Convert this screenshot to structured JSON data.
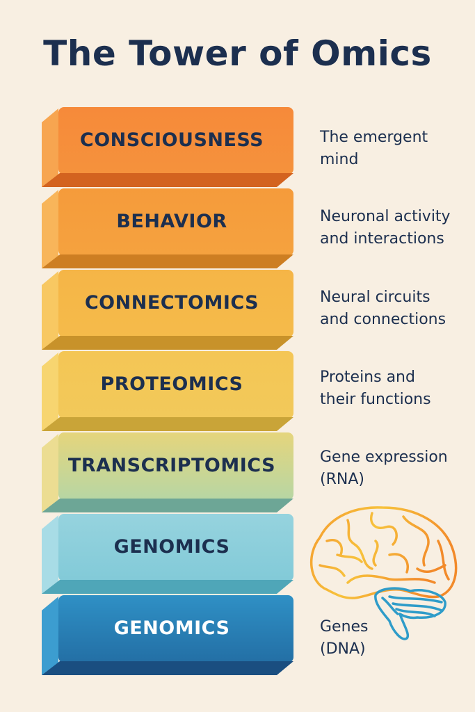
{
  "title": "The Tower of Omics",
  "levels": [
    {
      "label": "CONSCIOUSNESS",
      "description": "The emergent\nmind",
      "colors": {
        "face": "#f68a3a",
        "face2": "#f5923c",
        "side": "#f7a550",
        "bottom": "#d3631f",
        "text": "#1c2f4f"
      }
    },
    {
      "label": "BEHAVIOR",
      "description": "Neuronal activity\nand interactions",
      "colors": {
        "face": "#f59b3b",
        "face2": "#f5a23f",
        "side": "#f8b55a",
        "bottom": "#cd7e22",
        "text": "#1c2f4f"
      }
    },
    {
      "label": "CONNECTOMICS",
      "description": "Neural circuits\nand connections",
      "colors": {
        "face": "#f5b547",
        "face2": "#f5bb4a",
        "side": "#f8c862",
        "bottom": "#c8922a",
        "text": "#1c2f4f"
      }
    },
    {
      "label": "PROTEOMICS",
      "description": "Proteins and\ntheir functions",
      "colors": {
        "face": "#f4c655",
        "face2": "#f2c95a",
        "side": "#f7d570",
        "bottom": "#c9a438",
        "text": "#1c2f4f"
      }
    },
    {
      "label": "TRANSCRIPTOMICS",
      "description": "Gene expression\n(RNA)",
      "colors": {
        "face": "#e5d57c",
        "face2": "#b7d6a4",
        "side": "#ecdd92",
        "bottom": "#6da696",
        "text": "#1c2f4f"
      }
    },
    {
      "label": "GENOMICS",
      "description": "",
      "colors": {
        "face": "#96d3de",
        "face2": "#82cad8",
        "side": "#a8dce6",
        "bottom": "#4fa6b8",
        "text": "#1c2f4f"
      }
    },
    {
      "label": "GENOMICS",
      "description": "Genes\n(DNA)",
      "colors": {
        "face": "#2f90c5",
        "face2": "#236fa5",
        "side": "#3c9dd0",
        "bottom": "#1a4e80",
        "text": "#ffffff"
      }
    }
  ]
}
